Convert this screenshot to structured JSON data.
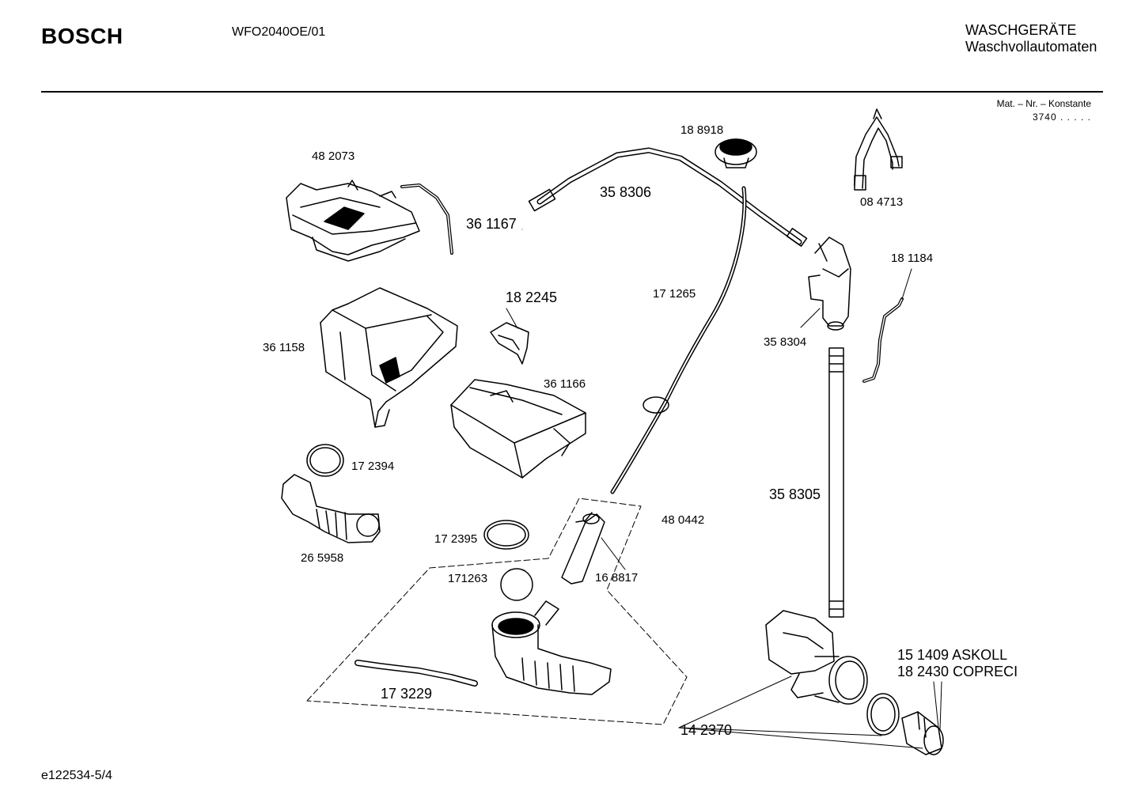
{
  "header": {
    "brand": "BOSCH",
    "model": "WFO2040OE/01",
    "category_line1": "WASCHGERÄTE",
    "category_line2": "Waschvollautomaten"
  },
  "constant": {
    "label": "Mat. – Nr. – Konstante",
    "value": "3740 . . . . ."
  },
  "parts": {
    "p482073": "48 2073",
    "p361167": "36 1167",
    "p358306": "35 8306",
    "p188918": "18 8918",
    "p084713": "08 4713",
    "p182245": "18 2245",
    "p171265": "17 1265",
    "p181184": "18 1184",
    "p361158": "36 1158",
    "p358304": "35 8304",
    "p361166": "36 1166",
    "p172394": "17 2394",
    "p358305": "35 8305",
    "p480442": "48 0442",
    "p172395": "17 2395",
    "p265958": "26 5958",
    "p171263": "171263",
    "p168817": "16 8817",
    "p151409": "15 1409  ASKOLL",
    "p182430": "18 2430  COPRECI",
    "p173229": "17 3229",
    "p142370": "14 2370"
  },
  "footer": {
    "doc_id": "e122534-5/4"
  }
}
